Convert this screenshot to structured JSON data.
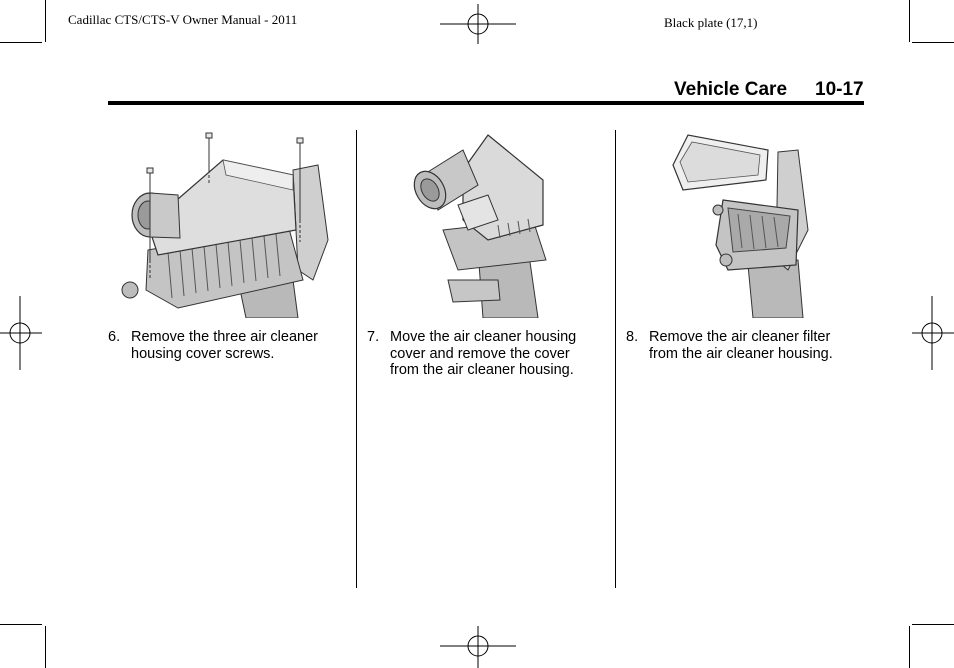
{
  "header": {
    "manual_title": "Cadillac CTS/CTS-V Owner Manual - 2011",
    "plate": "Black plate (17,1)"
  },
  "page": {
    "section_title": "Vehicle Care",
    "page_number": "10-17"
  },
  "steps": [
    {
      "number": "6.",
      "text": "Remove the three air cleaner housing cover screws."
    },
    {
      "number": "7.",
      "text": "Move the air cleaner housing cover and remove the cover from the air cleaner housing."
    },
    {
      "number": "8.",
      "text": "Remove the air cleaner filter from the air cleaner housing."
    }
  ],
  "colors": {
    "ink": "#000000",
    "figure_fill": "#d9d9d9",
    "figure_shade": "#a8a8a8",
    "figure_light": "#efefef"
  }
}
